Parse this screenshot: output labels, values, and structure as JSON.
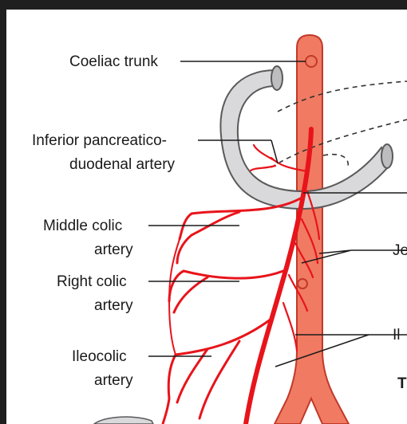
{
  "labels": {
    "coeliac_trunk": "Coeliac trunk",
    "inf_pancreatico_1": "Inferior pancreatico-",
    "inf_pancreatico_2": "duodenal artery",
    "middle_colic_1": "Middle colic",
    "middle_colic_2": "artery",
    "right_colic_1": "Right colic",
    "right_colic_2": "artery",
    "ileocolic_1": "Ileocolic",
    "ileocolic_2": "artery",
    "jejunal_cut": "Je",
    "ileal_cut": "Il",
    "bottom_cut": "T"
  },
  "colors": {
    "aorta": "#f07a62",
    "aorta_stroke": "#c2392a",
    "artery": "#e8141b",
    "duodenum": "#d9d9db",
    "duodenum_stroke": "#5a5a5a",
    "frame": "#1f1f1f"
  }
}
